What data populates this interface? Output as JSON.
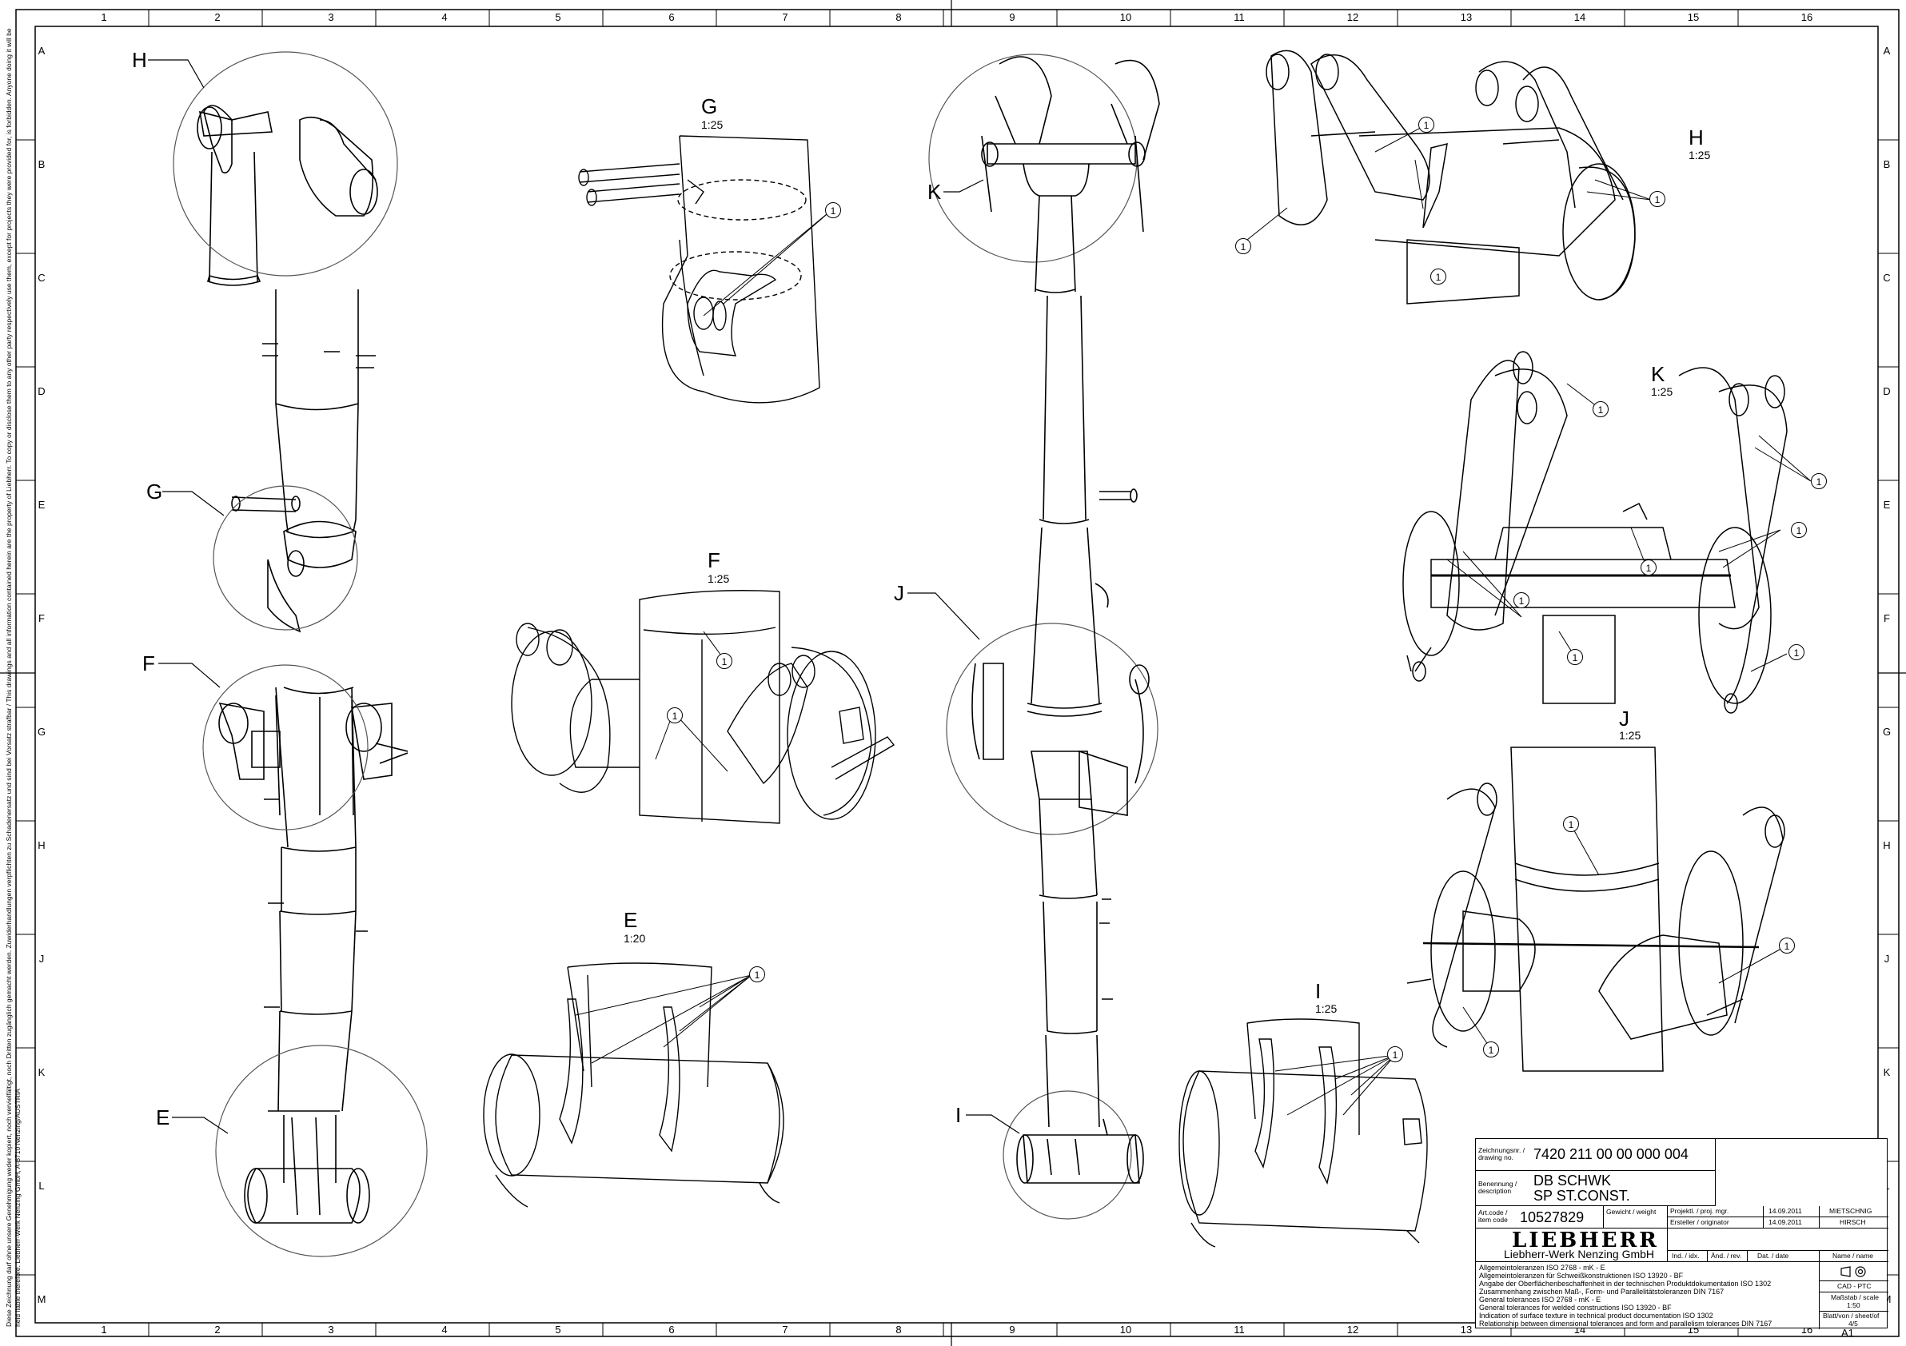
{
  "columns": [
    "1",
    "2",
    "3",
    "4",
    "5",
    "6",
    "7",
    "8",
    "9",
    "10",
    "11",
    "12",
    "13",
    "14",
    "15",
    "16"
  ],
  "rows": [
    "A",
    "B",
    "C",
    "D",
    "E",
    "F",
    "G",
    "H",
    "J",
    "K",
    "L",
    "M"
  ],
  "views": {
    "H": {
      "label": "H",
      "scale": "1:25"
    },
    "G": {
      "label": "G",
      "scale": "1:25"
    },
    "F": {
      "label": "F",
      "scale": "1:25"
    },
    "E": {
      "label": "E",
      "scale": "1:20"
    },
    "K": {
      "label": "K",
      "scale": "1:25"
    },
    "J": {
      "label": "J",
      "scale": "1:25"
    },
    "I": {
      "label": "I",
      "scale": "1:25"
    }
  },
  "callouts": {
    "H": "H",
    "G": "G",
    "F": "F",
    "E": "E",
    "K": "K",
    "J": "J",
    "I": "I"
  },
  "bubble_text": "1",
  "side_note": "Diese Zeichnung darf ohne unsere Genehmigung weder kopiert, noch vervielfältigt, noch Dritten zugänglich gemacht werden. Zuwiderhandlungen verpflichten zu Schadenersatz und sind bei Vorsatz strafbar / This drawings and all information contained herein are the property of Liebherr. To copy or disclose them to any other party respectively use them, except for projects they were provided for, is forbidden. Anyone doing it will be held liable therefore. Liebherr-Werk Nenzing GmbH, A-6710 Nenzing/AUSTRIA",
  "title_block": {
    "drawing_no_label": "Zeichnungsnr. / drawing no.",
    "drawing_no": "7420 211 00 00 000 004",
    "description_label": "Benennung / description",
    "description_1": "DB SCHWK",
    "description_2": "SP ST.CONST.",
    "item_code_label": "Art.code / item code",
    "item_code": "10527829",
    "weight_label": "Gewicht / weight",
    "proj_mgr_label": "Projektl. / proj. mgr.",
    "proj_mgr_date": "14.09.2011",
    "proj_mgr_name": "MIETSCHNIG",
    "originator_label": "Ersteller / originator",
    "originator_date": "14.09.2011",
    "originator_name": "HIRSCH",
    "logo": "LIEBHERR",
    "company": "Liebherr-Werk Nenzing GmbH",
    "ind_label": "Ind. / idx.",
    "rev_label": "Änd. / rev.",
    "date_label": "Dat. / date",
    "name_label": "Name / name",
    "cad_label": "CAD - PTC",
    "scale_label": "Maßstab / scale",
    "scale_value": "1:50",
    "sheet_label": "Blatt/von / sheet/of",
    "sheet_value": "4/5",
    "format": "A1",
    "tolerances": [
      "Allgemeintoleranzen ISO 2768 - mK - E",
      "Allgemeintoleranzen für Schweißkonstruktionen ISO 13920 - BF",
      "Angabe der Oberflächenbeschaffenheit in der technischen Produktdokumentation ISO 1302",
      "Zusammenhang zwischen Maß-, Form- und Parallelitätstoleranzen DIN 7167",
      "General tolerances ISO 2768 - mK - E",
      "General tolerances for welded constructions ISO 13920 - BF",
      "Indication of surface texture in technical product documentation ISO 1302",
      "Relationship between dimensional tolerances and form and parallelism tolerances DIN 7167"
    ]
  }
}
